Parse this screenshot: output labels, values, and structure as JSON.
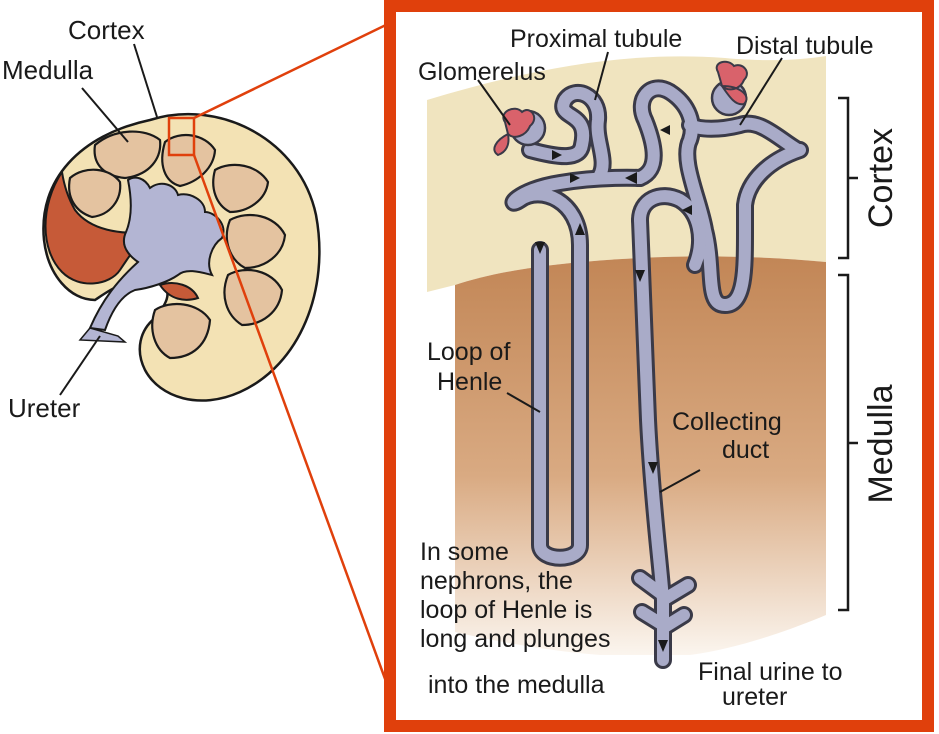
{
  "colors": {
    "frame": "#e0400c",
    "cortex_band": "#f0e4bf",
    "medulla_band_top": "#c48a5c",
    "medulla_band_bottom": "#f6ece0",
    "tubule": "#a9abc8",
    "tubule_outline": "#3a3a48",
    "glomerulus": "#d9626b",
    "kidney_cortex": "#f3e2b4",
    "kidney_pyramid": "#e4c3a0",
    "kidney_pelvis": "#b3b5d3",
    "kidney_vessel": "#c65a38"
  },
  "kidney": {
    "label_cortex": "Cortex",
    "label_medulla": "Medulla",
    "label_ureter": "Ureter"
  },
  "inset": {
    "label_proximal": "Proximal tubule",
    "label_distal": "Distal tubule",
    "label_glomerulus": "Glomerelus",
    "label_loop": [
      "Loop of",
      "Henle"
    ],
    "label_collecting": [
      "Collecting",
      "duct"
    ],
    "note": [
      "In some",
      "nephrons, the",
      "loop of Henle is",
      "long and plunges",
      "into the medulla"
    ],
    "label_final": [
      "Final urine to",
      "ureter"
    ],
    "region_cortex": "Cortex",
    "region_medulla": "Medulla"
  }
}
